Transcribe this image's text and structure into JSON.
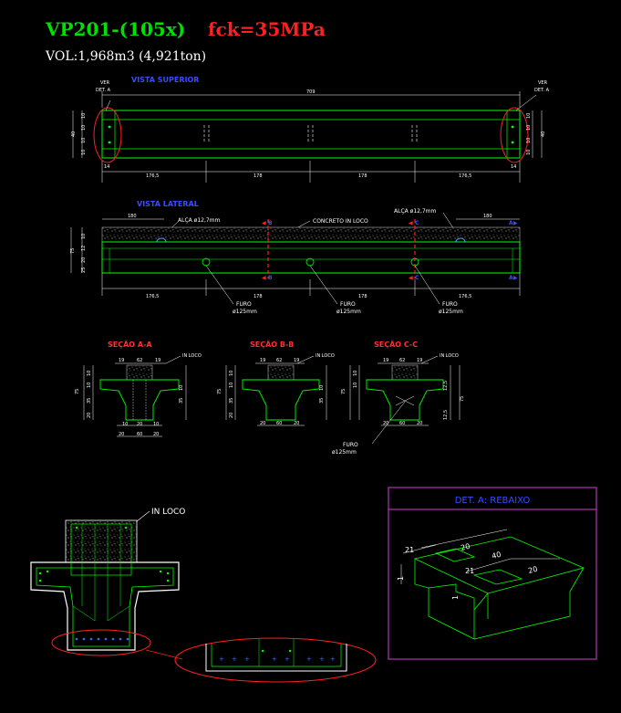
{
  "header": {
    "title_code": "VP201-(105x)",
    "title_fck": "fck=35MPa",
    "volume": "VOL:1,968m3 (4,921ton)"
  },
  "colors": {
    "background": "#000000",
    "beam": "#00ff00",
    "dimension": "#ffffff",
    "title_green": "#00e000",
    "title_red": "#ff2020",
    "view_title": "#3b4cff",
    "section_title": "#ff3030",
    "detail_magenta": "#d040d0",
    "callout_red": "#ff2020"
  },
  "vista_superior": {
    "title": "VISTA SUPERIOR",
    "ver_left": [
      "VER",
      "DET. A"
    ],
    "ver_right": [
      "VER",
      "DET. A"
    ],
    "total": "709",
    "height_total": "40",
    "height_parts": [
      "10",
      "10",
      "10",
      "10"
    ],
    "end": "14",
    "spans": [
      "176,5",
      "178",
      "178",
      "176,5"
    ]
  },
  "vista_lateral": {
    "title": "VISTA LATERAL",
    "alca_left": "ALÇA ø12,7mm",
    "alca_right": "ALÇA ø12,7mm",
    "concreto": "CONCRETO IN LOCO",
    "end_dims": [
      "180",
      "180"
    ],
    "height_total": "75",
    "height_parts": [
      "10",
      "12",
      "20",
      "25"
    ],
    "spans": [
      "176,5",
      "178",
      "178",
      "176,5"
    ],
    "furo": [
      "FURO",
      "ø125mm"
    ],
    "markers": [
      "A",
      "B",
      "C",
      "A",
      "B",
      "C"
    ]
  },
  "sections": [
    {
      "title": "SEÇÃO A-A",
      "inloco": "IN LOCO",
      "top_dims": [
        "19",
        "62",
        "19"
      ],
      "bottom_dims": [
        "10",
        "20",
        "10"
      ],
      "base_dims": [
        "20",
        "60",
        "20"
      ],
      "height": "75",
      "side_dims": [
        "10",
        "10",
        "35",
        "20"
      ]
    },
    {
      "title": "SEÇÃO B-B",
      "inloco": "IN LOCO",
      "top_dims": [
        "19",
        "62",
        "19"
      ],
      "base_dims": [
        "20",
        "60",
        "20"
      ],
      "height": "75",
      "side_dims": [
        "10",
        "10",
        "35",
        "20"
      ]
    },
    {
      "title": "SEÇÃO C-C",
      "inloco": "IN LOCO",
      "top_dims": [
        "19",
        "62",
        "19"
      ],
      "base_dims": [
        "20",
        "60",
        "20"
      ],
      "height": "75",
      "side_dims": [
        "10",
        "10",
        "12,5",
        "12,5"
      ],
      "furo": [
        "FURO",
        "ø125mm"
      ]
    }
  ],
  "cross_section": {
    "inloco": "IN LOCO"
  },
  "detail": {
    "title": "DET. A: REBAIXO",
    "dims": [
      "21",
      "20",
      "40",
      "21",
      "20",
      "1",
      "1"
    ]
  }
}
